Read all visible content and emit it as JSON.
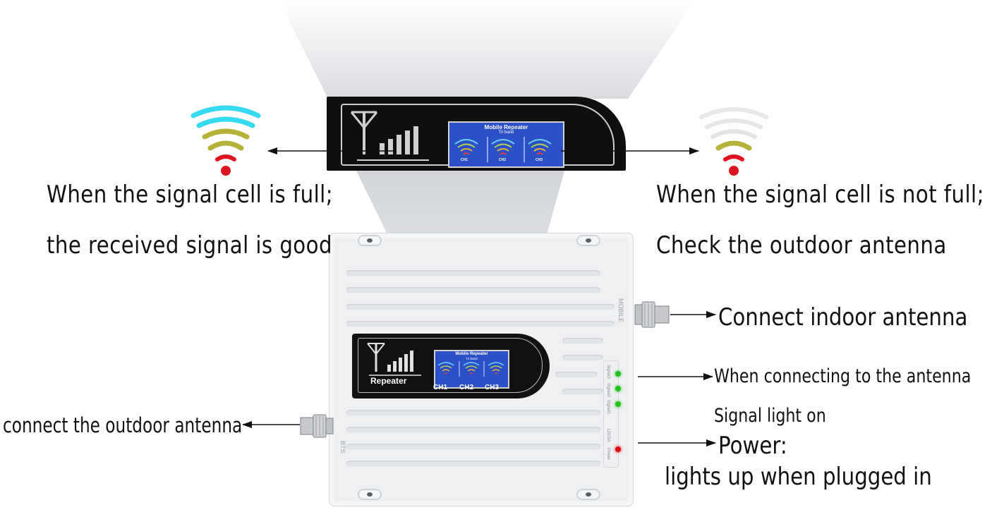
{
  "captions": {
    "full_line1": "When the signal cell is full;",
    "full_line2": "the received signal is good",
    "notfull_line1": "When the signal cell is not full;",
    "notfull_line2": "Check the outdoor antenna",
    "indoor": "Connect indoor antenna",
    "outdoor": "connect the outdoor antenna",
    "connecting": "When connecting to the antenna",
    "signal_light": "Signal light on",
    "power": "Power:",
    "power_desc": "lights up when plugged in"
  },
  "zoomed_display": {
    "lcd_title": "Mobile Repeater",
    "lcd_subtitle": "Tri band",
    "channels": [
      "CH1",
      "CH2",
      "CH3"
    ]
  },
  "device": {
    "brand_label": "Repeater",
    "lcd_title": "Mobile Repeater",
    "lcd_subtitle": "Tri band",
    "channels": [
      "CH1",
      "CH2",
      "CH3"
    ],
    "port_mobile": "MOBILE",
    "port_bts": "BTS",
    "led_labels": [
      "Signal3",
      "Signal2",
      "Signal1",
      "Power",
      "12V/2A"
    ]
  },
  "icons": {
    "full_signal": "wifi-signal-full-icon",
    "weak_signal": "wifi-signal-weak-icon",
    "antenna": "antenna-tower-icon"
  },
  "colors": {
    "wave_cyan": "#35d9f0",
    "wave_olive": "#b5b33a",
    "wave_red": "#e0141c",
    "wave_faded": "#e8e8e8",
    "led_green": "#22c21e",
    "led_red": "#e01010",
    "lcd_blue": "#2b50c8"
  }
}
